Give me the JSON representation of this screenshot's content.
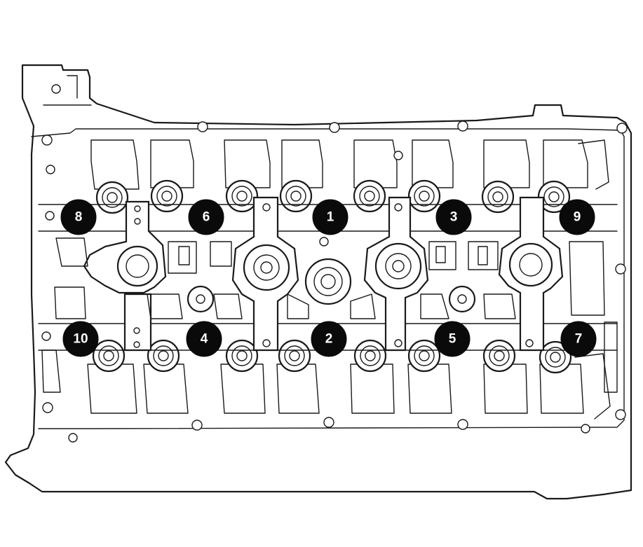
{
  "diagram": {
    "subject": "cylinder-head-camshaft-bearing-cap-bolts",
    "markers": [
      {
        "label": "1",
        "position": "upper-center"
      },
      {
        "label": "2",
        "position": "lower-center"
      },
      {
        "label": "3",
        "position": "upper-right-center"
      },
      {
        "label": "4",
        "position": "lower-left-center"
      },
      {
        "label": "5",
        "position": "lower-right-center"
      },
      {
        "label": "6",
        "position": "upper-left-center"
      },
      {
        "label": "7",
        "position": "lower-right"
      },
      {
        "label": "8",
        "position": "upper-left"
      },
      {
        "label": "9",
        "position": "upper-right"
      },
      {
        "label": "10",
        "position": "lower-left"
      }
    ],
    "colors": {
      "line": "#1a1a1a",
      "marker_fill": "#0a0a0a",
      "marker_text": "#ffffff",
      "background": "#ffffff"
    }
  }
}
